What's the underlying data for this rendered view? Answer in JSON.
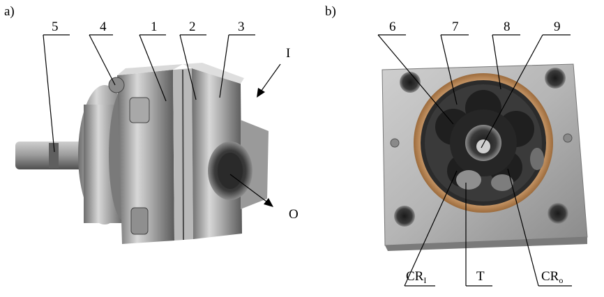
{
  "panels": {
    "a": {
      "label": "a)",
      "callouts": {
        "c5": "5",
        "c4": "4",
        "c1": "1",
        "c2": "2",
        "c3": "3",
        "inlet": "I",
        "outlet": "O"
      }
    },
    "b": {
      "label": "b)",
      "callouts": {
        "c6": "6",
        "c7": "7",
        "c8": "8",
        "c9": "9",
        "cri": "CR",
        "cri_sub": "I",
        "t": "T",
        "cro": "CR",
        "cro_sub": "o"
      }
    }
  }
}
